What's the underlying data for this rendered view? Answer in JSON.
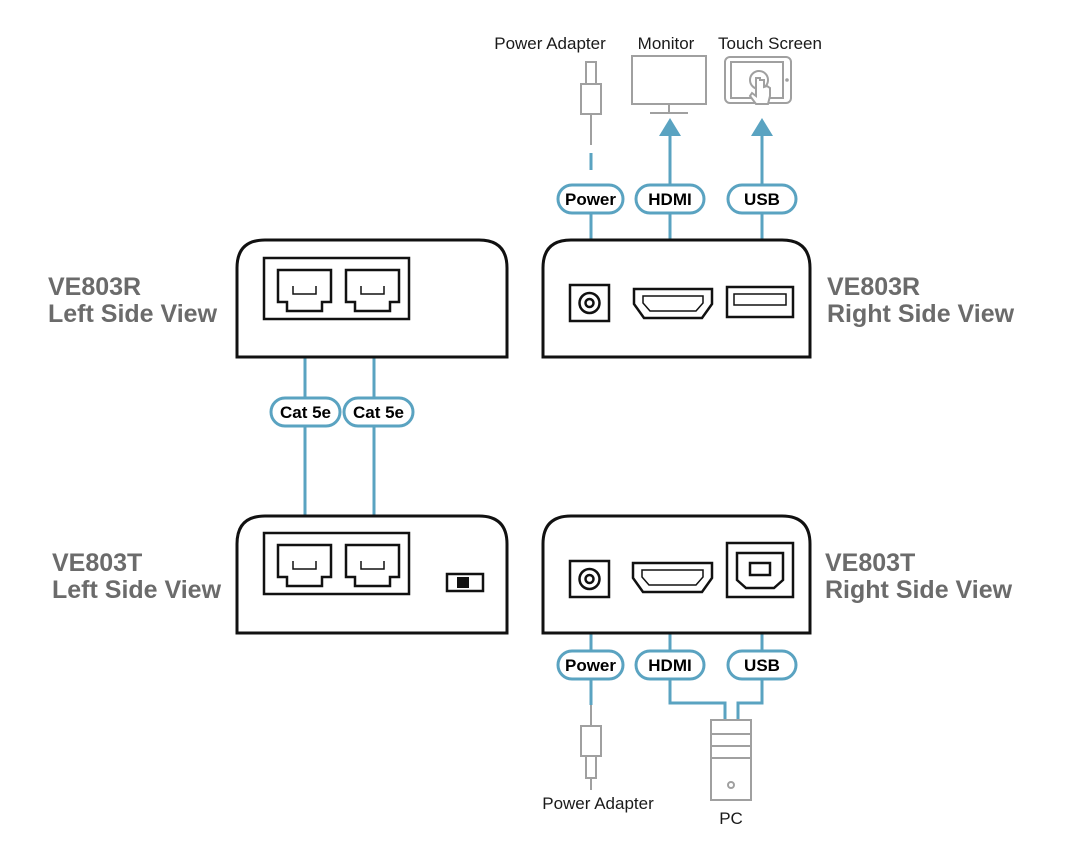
{
  "units": {
    "rx_left": {
      "model": "VE803R",
      "view": "Left Side View"
    },
    "rx_right": {
      "model": "VE803R",
      "view": "Right Side View"
    },
    "tx_left": {
      "model": "VE803T",
      "view": "Left Side View"
    },
    "tx_right": {
      "model": "VE803T",
      "view": "Right Side View"
    }
  },
  "devices": {
    "power_adapter_top": "Power Adapter",
    "monitor": "Monitor",
    "touch_screen": "Touch Screen",
    "power_adapter_bottom": "Power Adapter",
    "pc": "PC"
  },
  "cables": {
    "rx_power": "Power",
    "rx_hdmi": "HDMI",
    "rx_usb": "USB",
    "cat_left": "Cat 5e",
    "cat_right": "Cat 5e",
    "tx_power": "Power",
    "tx_hdmi": "HDMI",
    "tx_usb": "USB"
  },
  "colors": {
    "cable": "#5aa3c1",
    "housing": "#111111",
    "unit_label": "#6b6b6b",
    "peripheral": "#a0a0a0"
  }
}
